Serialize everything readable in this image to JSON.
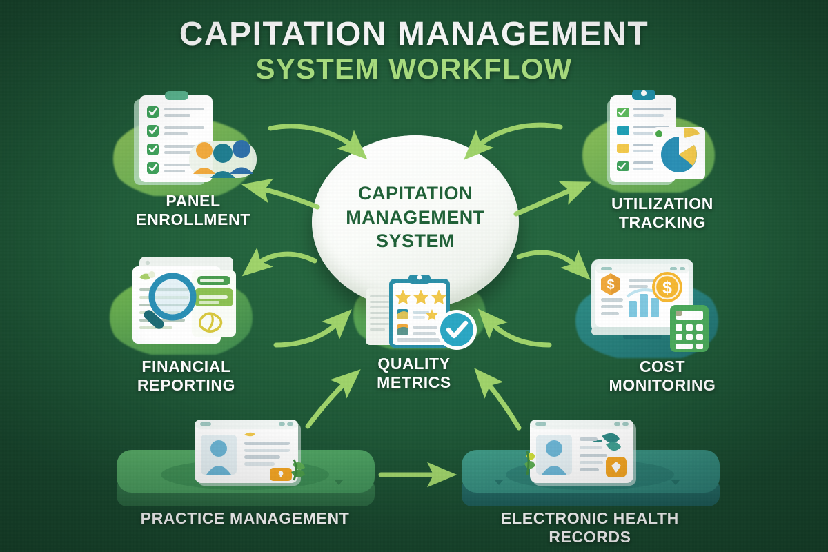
{
  "title": {
    "line1": "CAPITATION MANAGEMENT",
    "line2": "SYSTEM WORKFLOW"
  },
  "center": {
    "label": "CAPITATION\nMANAGEMENT\nSYSTEM",
    "line1": "CAPITATION",
    "line2": "MANAGEMENT",
    "line3": "SYSTEM"
  },
  "nodes": [
    {
      "id": "panel-enrollment",
      "label_line1": "PANEL",
      "label_line2": "ENROLLMENT",
      "icon": "clipboard-checklist-people-icon",
      "position": "top-left"
    },
    {
      "id": "utilization-tracking",
      "label_line1": "UTILIZATION",
      "label_line2": "TRACKING",
      "icon": "clipboard-piechart-icon",
      "position": "top-right"
    },
    {
      "id": "financial-reporting",
      "label_line1": "FINANCIAL",
      "label_line2": "REPORTING",
      "icon": "documents-magnifier-icon",
      "position": "middle-left"
    },
    {
      "id": "cost-monitoring",
      "label_line1": "COST",
      "label_line2": "MONITORING",
      "icon": "monitor-dollar-calculator-icon",
      "position": "middle-right"
    },
    {
      "id": "quality-metrics",
      "label_line1": "QUALITY",
      "label_line2": "METRICS",
      "icon": "clipboard-stars-checkbadge-icon",
      "position": "bottom-center"
    },
    {
      "id": "practice-management",
      "label_line1": "PRACTICE MANAGEMENT",
      "label_line2": "",
      "icon": "platform-patient-card-icon",
      "position": "bottom-left"
    },
    {
      "id": "electronic-health-records",
      "label_line1": "ELECTRONIC HEALTH RECORDS",
      "label_line2": "",
      "icon": "platform-ehr-card-icon",
      "position": "bottom-right"
    }
  ],
  "connections": [
    {
      "id": "panel-to-center",
      "from": "panel-enrollment",
      "to": "capitation-management-system",
      "direction": "right-down"
    },
    {
      "id": "center-to-panel",
      "from": "capitation-management-system",
      "to": "panel-enrollment",
      "direction": "left-up"
    },
    {
      "id": "utilization-to-center",
      "from": "utilization-tracking",
      "to": "capitation-management-system",
      "direction": "left-down"
    },
    {
      "id": "center-to-utilization",
      "from": "capitation-management-system",
      "to": "utilization-tracking",
      "direction": "right-up"
    },
    {
      "id": "center-to-financial",
      "from": "capitation-management-system",
      "to": "financial-reporting",
      "direction": "left"
    },
    {
      "id": "quality-to-center-left",
      "from": "quality-metrics",
      "to": "capitation-management-system",
      "direction": "right-up"
    },
    {
      "id": "center-to-cost",
      "from": "capitation-management-system",
      "to": "cost-monitoring",
      "direction": "right"
    },
    {
      "id": "quality-to-center-right",
      "from": "quality-metrics",
      "to": "capitation-management-system",
      "direction": "left-up"
    },
    {
      "id": "practice-to-ehr",
      "from": "practice-management",
      "to": "electronic-health-records",
      "direction": "right"
    },
    {
      "id": "practice-to-quality",
      "from": "practice-management",
      "to": "quality-metrics",
      "direction": "up-right"
    },
    {
      "id": "ehr-to-quality",
      "from": "electronic-health-records",
      "to": "quality-metrics",
      "direction": "up-left"
    }
  ],
  "colors": {
    "background_green": "#1c5334",
    "background_green_light": "#276b42",
    "title_white": "#ffffff",
    "title_accent_green": "#a8dc7e",
    "arrow_green": "#9fd36a",
    "center_fill": "#ffffff",
    "center_text": "#1f6137",
    "label_white": "#ffffff",
    "blob_green": "#8cc63f",
    "teal": "#2a8fa8",
    "teal_dark": "#1f7d90",
    "accent_orange": "#f5a623",
    "accent_yellow": "#f2c94c",
    "check_green": "#3ea05a",
    "slab_green": "#4a9c5d",
    "slab_teal": "#2f8a86"
  }
}
